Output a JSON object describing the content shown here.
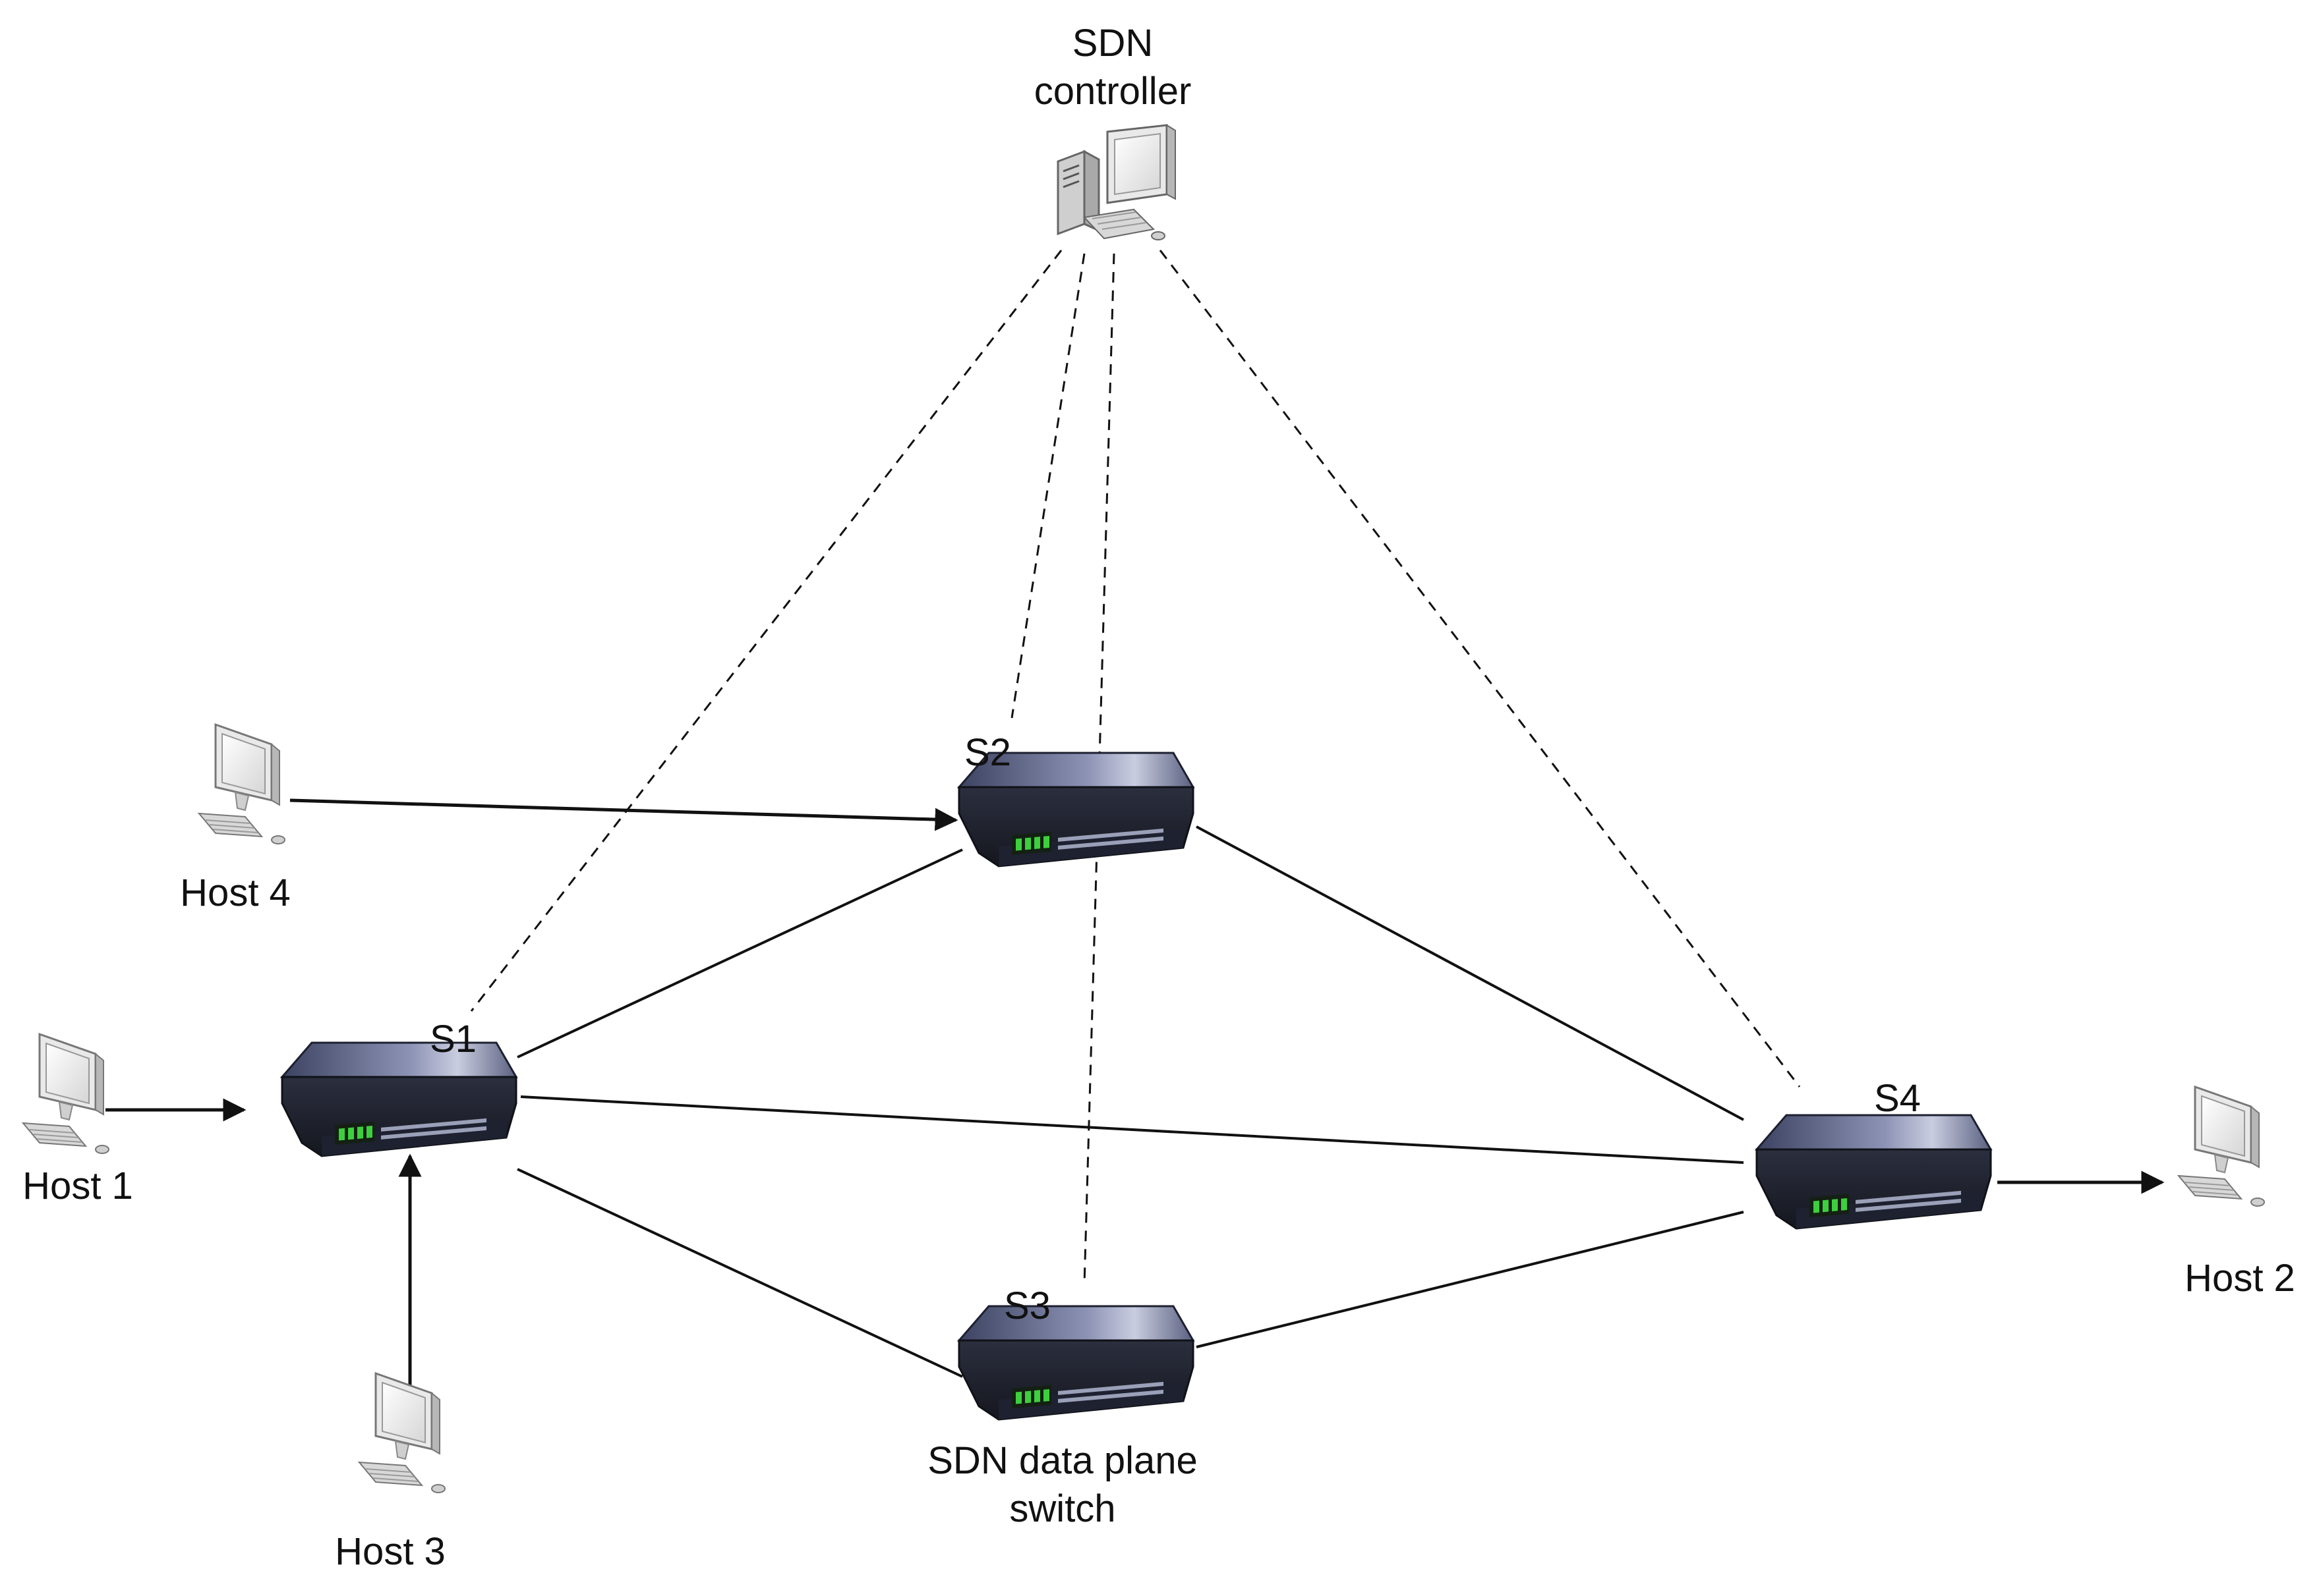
{
  "controller": {
    "label_line1": "SDN",
    "label_line2": "controller",
    "icon": "desktop-computer-icon"
  },
  "switches": [
    {
      "id": "S1",
      "label": "S1",
      "icon": "network-switch-icon"
    },
    {
      "id": "S2",
      "label": "S2",
      "icon": "network-switch-icon"
    },
    {
      "id": "S3",
      "label": "S3",
      "icon": "network-switch-icon",
      "caption_line1": "SDN data plane",
      "caption_line2": "switch"
    },
    {
      "id": "S4",
      "label": "S4",
      "icon": "network-switch-icon"
    }
  ],
  "hosts": [
    {
      "id": "host-1",
      "label": "Host 1",
      "icon": "monitor-icon"
    },
    {
      "id": "host-2",
      "label": "Host 2",
      "icon": "monitor-icon"
    },
    {
      "id": "host-3",
      "label": "Host 3",
      "icon": "monitor-icon"
    },
    {
      "id": "host-4",
      "label": "Host 4",
      "icon": "monitor-icon"
    }
  ],
  "links": {
    "control_dashed": [
      [
        "controller",
        "S1"
      ],
      [
        "controller",
        "S2"
      ],
      [
        "controller",
        "S3"
      ],
      [
        "controller",
        "S4"
      ]
    ],
    "data_solid": [
      [
        "S1",
        "S2"
      ],
      [
        "S1",
        "S3"
      ],
      [
        "S1",
        "S4"
      ],
      [
        "S2",
        "S4"
      ],
      [
        "S3",
        "S4"
      ]
    ],
    "host_arrows": [
      [
        "host-1",
        "S1"
      ],
      [
        "host-3",
        "S1"
      ],
      [
        "host-4",
        "S2"
      ],
      [
        "S4",
        "host-2"
      ]
    ]
  },
  "colors": {
    "switch_body": "#3a3f55",
    "switch_top": "#6b7394",
    "switch_highlight": "#c9cde0",
    "port_led": "#3ecf3e",
    "line": "#111111",
    "monitor": "#e4e4e4"
  }
}
